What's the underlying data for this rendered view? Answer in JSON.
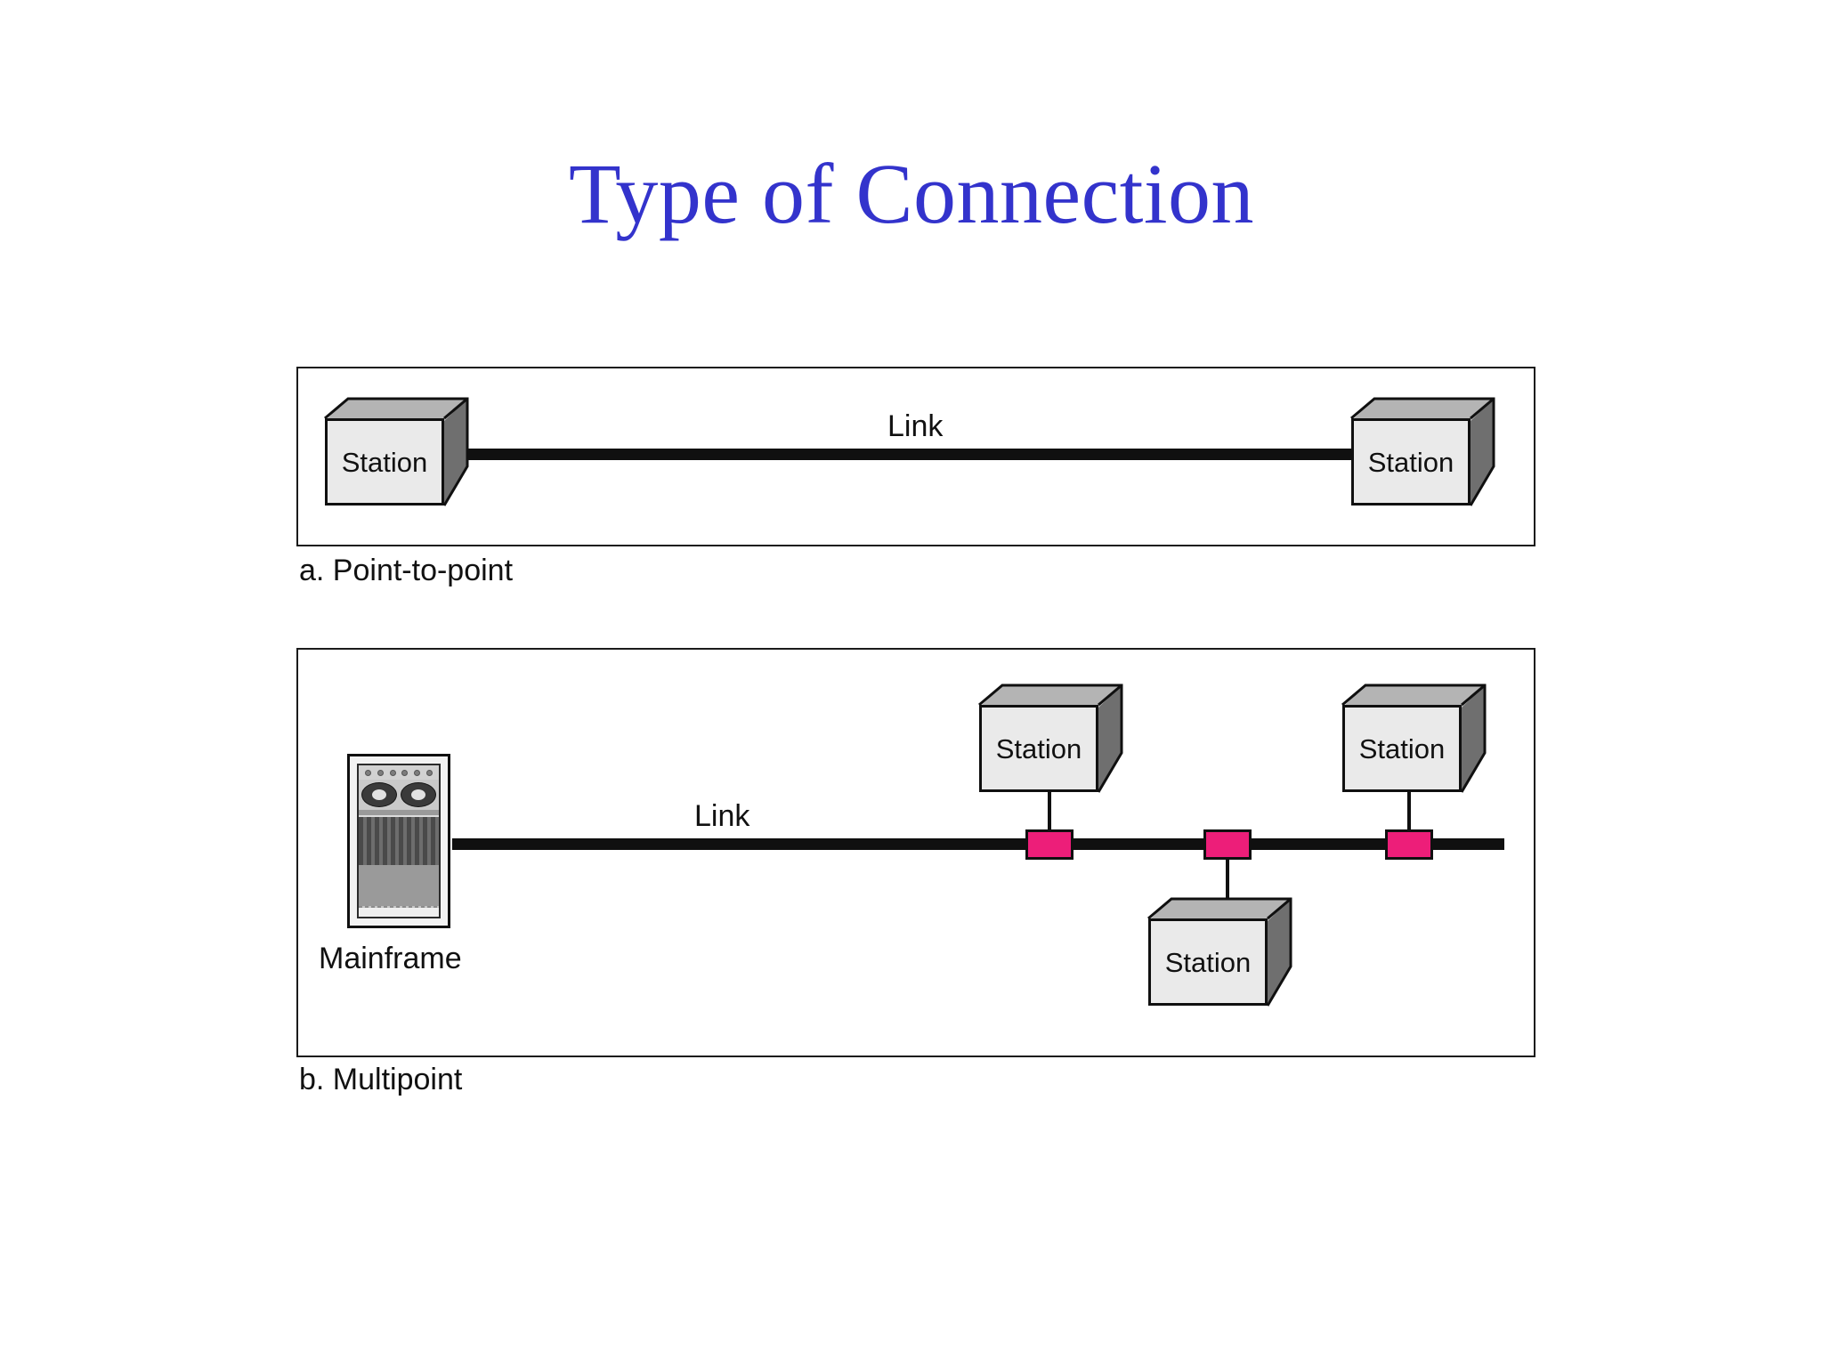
{
  "slide": {
    "title": "Type of Connection",
    "title_color": "#3333cc",
    "background": "#ffffff"
  },
  "figures": [
    {
      "id": "a",
      "caption": "a. Point-to-point",
      "link_label": "Link",
      "nodes": [
        {
          "type": "station",
          "label": "Station",
          "position": "left"
        },
        {
          "type": "station",
          "label": "Station",
          "position": "right"
        }
      ]
    },
    {
      "id": "b",
      "caption": "b. Multipoint",
      "link_label": "Link",
      "mainframe_label": "Mainframe",
      "nodes": [
        {
          "type": "mainframe",
          "label": "Mainframe",
          "position": "left"
        },
        {
          "type": "station",
          "label": "Station",
          "position": "top-1"
        },
        {
          "type": "station",
          "label": "Station",
          "position": "top-2"
        },
        {
          "type": "station",
          "label": "Station",
          "position": "bottom-1"
        }
      ],
      "taps": [
        {
          "index": 1,
          "color": "#ed1e79"
        },
        {
          "index": 2,
          "color": "#ed1e79"
        },
        {
          "index": 3,
          "color": "#ed1e79"
        }
      ]
    }
  ],
  "colors": {
    "title_blue": "#3333cc",
    "tap_magenta": "#ed1e79",
    "station_front": "#eaeaea",
    "station_top": "#b4b4b4",
    "station_side": "#6f6f6f",
    "line_black": "#101010",
    "frame_border": "#1a1a1a"
  },
  "mainframe_parts": {
    "indicator_dots": 6,
    "tape_reels": 2
  }
}
